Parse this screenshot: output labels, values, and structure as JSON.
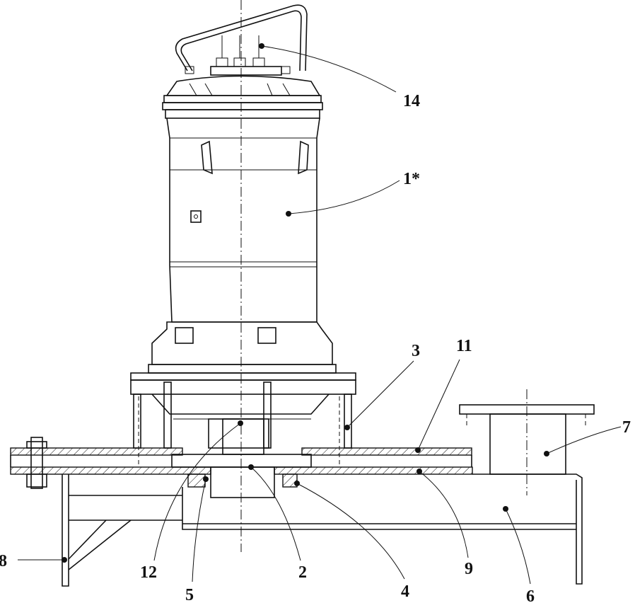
{
  "drawing": {
    "title": "Submersible mixer/pump installation assembly",
    "callouts": [
      {
        "id": "14",
        "text": "14"
      },
      {
        "id": "1",
        "text": "1*"
      },
      {
        "id": "3",
        "text": "3"
      },
      {
        "id": "11",
        "text": "11"
      },
      {
        "id": "7",
        "text": "7"
      },
      {
        "id": "8",
        "text": "8"
      },
      {
        "id": "12",
        "text": "12"
      },
      {
        "id": "5",
        "text": "5"
      },
      {
        "id": "2",
        "text": "2"
      },
      {
        "id": "4",
        "text": "4"
      },
      {
        "id": "9",
        "text": "9"
      },
      {
        "id": "6",
        "text": "6"
      }
    ]
  }
}
